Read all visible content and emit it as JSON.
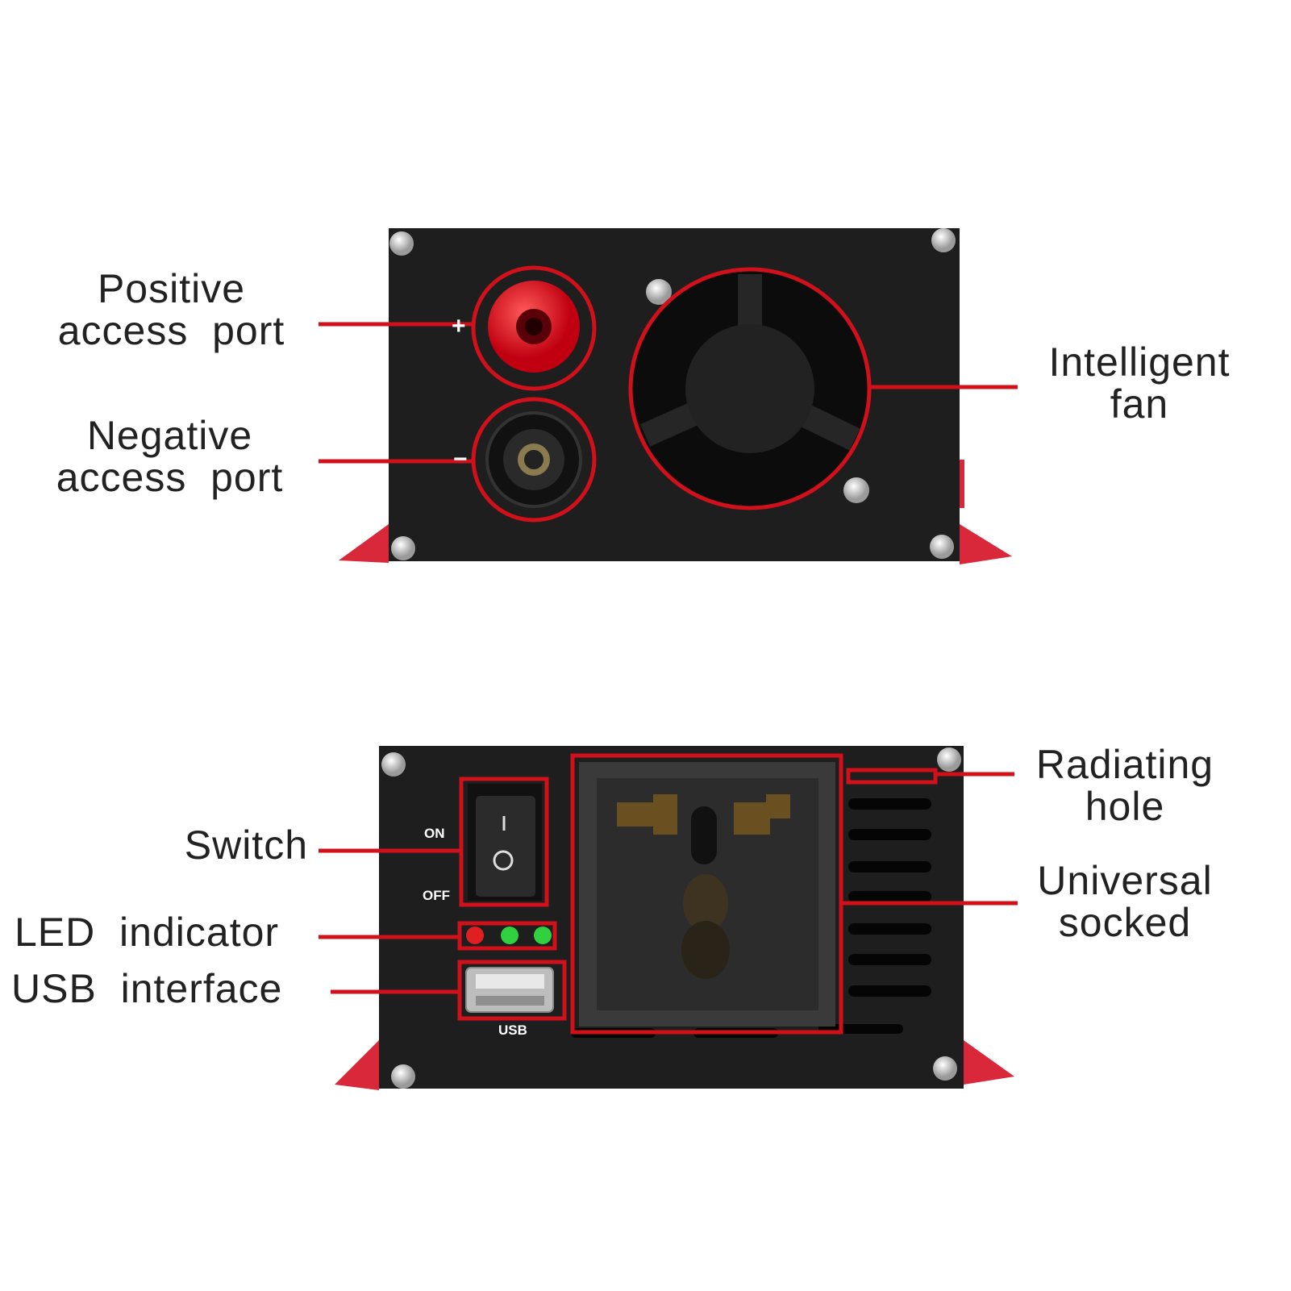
{
  "top_panel": {
    "labels": {
      "positive": {
        "line1": "Positive",
        "line2": "access  port"
      },
      "negative": {
        "line1": "Negative",
        "line2": "access  port"
      },
      "fan": {
        "line1": "Intelligent",
        "line2": "fan"
      }
    },
    "terminal_marks": {
      "plus": "+",
      "minus": "−"
    }
  },
  "bottom_panel": {
    "labels": {
      "switch": "Switch",
      "led": "LED  indicator",
      "usb": "USB  interface",
      "radiating": {
        "line1": "Radiating",
        "line2": "hole"
      },
      "socket": {
        "line1": "Universal",
        "line2": "socked"
      }
    },
    "panel_text": {
      "on": "ON",
      "off": "OFF",
      "usb": "USB"
    },
    "leds": [
      "red",
      "green",
      "green"
    ]
  },
  "colors": {
    "callout": "#d0101a",
    "body": "#1e1e1e",
    "foot": "#d8283a",
    "led_red": "#e02020",
    "led_green": "#30d040"
  }
}
